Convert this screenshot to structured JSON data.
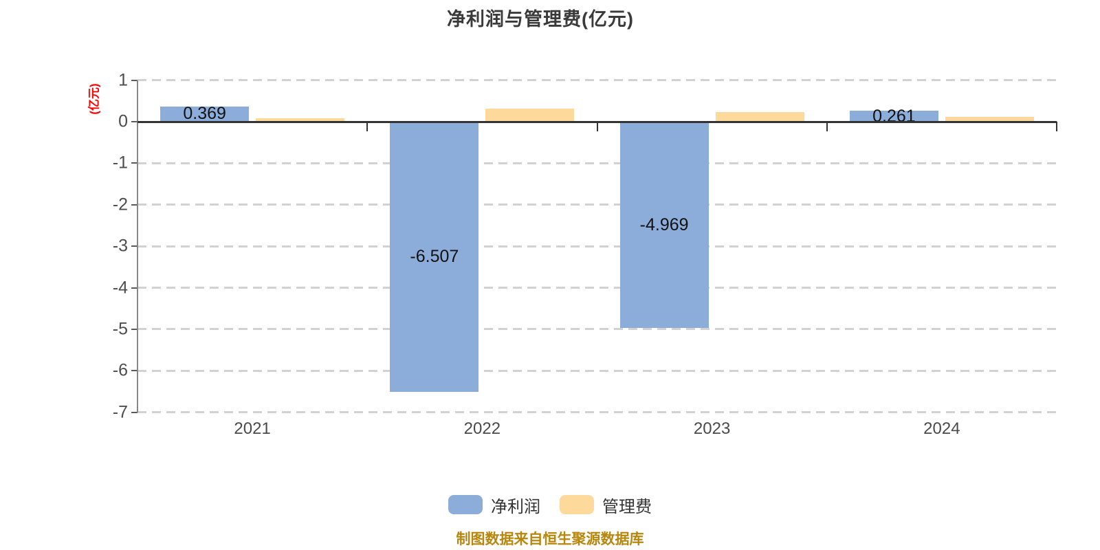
{
  "chart_data": {
    "type": "bar",
    "title": "净利润与管理费(亿元)",
    "y_axis_name": "(亿元)",
    "y_axis_name_color": "#ff0000",
    "categories": [
      "2021",
      "2022",
      "2023",
      "2024"
    ],
    "series": [
      {
        "name": "净利润",
        "color": "#8cadda",
        "values": [
          0.369,
          -6.507,
          -4.969,
          0.261
        ],
        "labels": [
          "0.369",
          "-6.507",
          "-4.969",
          "0.261"
        ],
        "show_labels": true
      },
      {
        "name": "管理费",
        "color": "#fdd99b",
        "values": [
          0.09,
          0.31,
          0.23,
          0.12
        ],
        "labels": [
          "",
          "",
          "",
          ""
        ],
        "show_labels": false
      }
    ],
    "ylim": [
      -7,
      1
    ],
    "y_ticks": [
      1,
      0,
      -1,
      -2,
      -3,
      -4,
      -5,
      -6,
      -7
    ],
    "grid": "horizontal-dashed",
    "legend_position": "bottom",
    "footer": "制图数据来自恒生聚源数据库",
    "footer_color": "#b8860b"
  }
}
